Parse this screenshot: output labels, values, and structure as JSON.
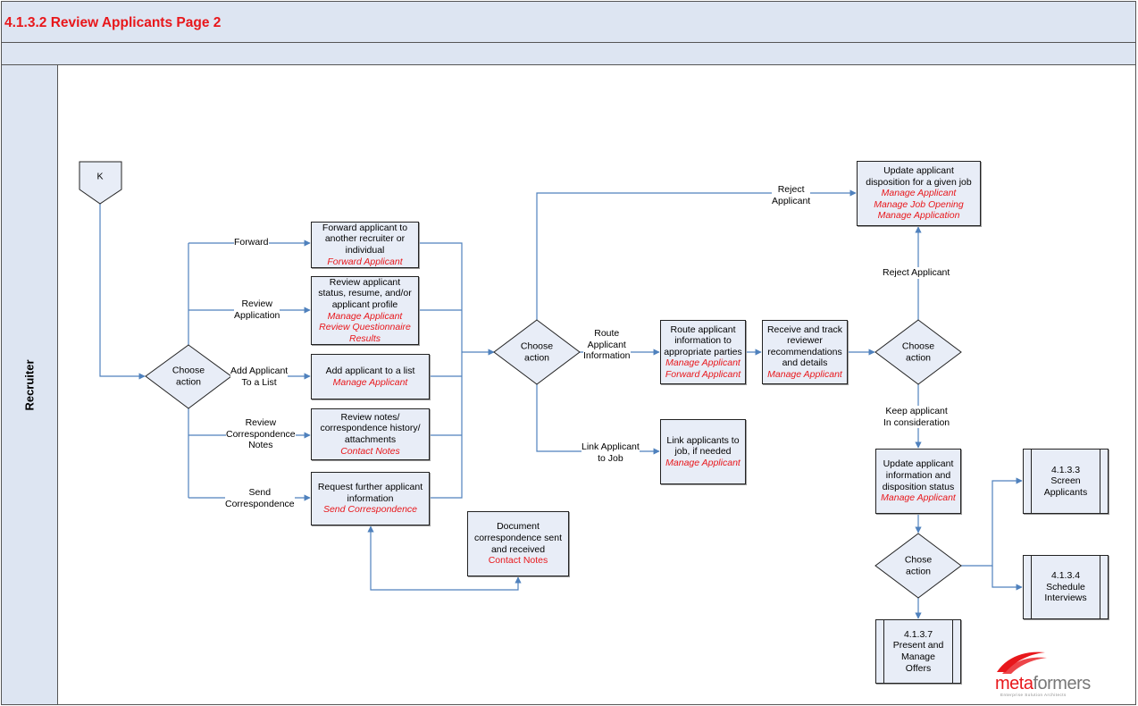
{
  "title": "4.1.3.2 Review Applicants Page 2",
  "lane": "Recruiter",
  "offpage_connector": "K",
  "decisions": {
    "choose1": "Choose\naction",
    "choose2": "Choose\naction",
    "choose3": "Choose\naction",
    "chose4": "Chose\naction"
  },
  "boxes": {
    "forward": {
      "text": [
        "Forward applicant to",
        "another recruiter or",
        "individual"
      ],
      "refs": [
        "Forward Applicant"
      ]
    },
    "review_app": {
      "text": [
        "Review applicant",
        "status, resume, and/or",
        "applicant profile"
      ],
      "refs": [
        "Manage Applicant",
        "Review Questionnaire",
        "Results"
      ]
    },
    "add_list": {
      "text": [
        "Add applicant to a list"
      ],
      "refs": [
        "Manage Applicant"
      ]
    },
    "review_notes": {
      "text": [
        "Review notes/",
        "correspondence history/",
        "attachments"
      ],
      "refs": [
        "Contact Notes"
      ]
    },
    "request_info": {
      "text": [
        "Request further applicant",
        "information"
      ],
      "refs": [
        "Send Correspondence"
      ]
    },
    "document_corr": {
      "text": [
        "Document",
        "correspondence sent",
        "and received"
      ],
      "refs": [
        "Contact Notes"
      ]
    },
    "route_info": {
      "text": [
        "Route applicant",
        "information to",
        "appropriate parties"
      ],
      "refs": [
        "Manage Applicant",
        "Forward Applicant"
      ]
    },
    "receive_track": {
      "text": [
        "Receive and track",
        "reviewer",
        "recommendations",
        "and details"
      ],
      "refs": [
        "Manage Applicant"
      ]
    },
    "link_apps": {
      "text": [
        "Link applicants to",
        "job, if needed"
      ],
      "refs": [
        "Manage Applicant"
      ]
    },
    "update_disp": {
      "text": [
        "Update applicant",
        "disposition for a given job"
      ],
      "refs": [
        "Manage Applicant",
        "Manage Job Opening",
        "Manage Application"
      ]
    },
    "update_info": {
      "text": [
        "Update applicant",
        "information and",
        "disposition status"
      ],
      "refs": [
        "Manage Applicant"
      ]
    }
  },
  "subprocesses": {
    "screen": [
      "4.1.3.3",
      "Screen",
      "Applicants"
    ],
    "schedule": [
      "4.1.3.4",
      "Schedule",
      "Interviews"
    ],
    "offers": [
      "4.1.3.7",
      "Present and",
      "Manage",
      "Offers"
    ]
  },
  "labels": {
    "forward": "Forward",
    "review_application": "Review\nApplication",
    "add_to_list": "Add Applicant\nTo a List",
    "review_corr": "Review\nCorrespondence\nNotes",
    "send_corr": "Send\nCorrespondence",
    "reject_top": "Reject\nApplicant",
    "route": "Route\nApplicant\nInformation",
    "link_to_job": "Link Applicant\nto Job",
    "reject_right": "Reject Applicant",
    "keep": "Keep applicant\nIn consideration"
  },
  "logo": {
    "brand_a": "meta",
    "brand_b": "formers",
    "tagline": "Enterprise Solution Architects"
  },
  "colors": {
    "header_bg": "#dde5f2",
    "box_fill": "#e8edf7",
    "line": "#4f81bd",
    "reference_red": "#e8171b"
  }
}
